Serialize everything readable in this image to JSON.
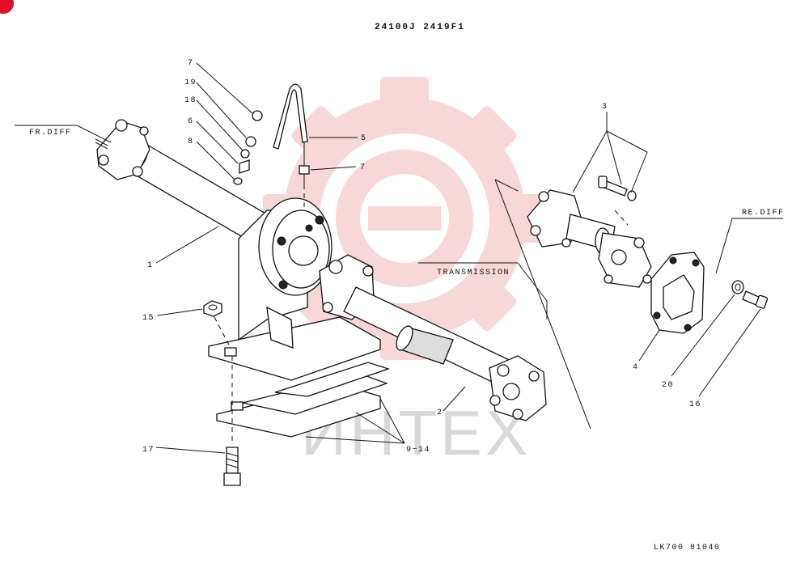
{
  "diagram": {
    "header_code": "24100J 2419F1",
    "footer_code": "LK700 81040",
    "watermark_text": "ИНТЕХ",
    "watermark_color": "#f2b8b8",
    "accent_color": "#e0102a",
    "labels": {
      "fr_diff": "FR.DIFF",
      "re_diff": "RE.DIFF",
      "transmission": "TRANSMISSION"
    },
    "callouts": {
      "c1": "1",
      "c2": "2",
      "c3": "3",
      "c4": "4",
      "c5": "5",
      "c6": "6",
      "c7a": "7",
      "c7b": "7",
      "c8": "8",
      "c9_14": "9~14",
      "c15": "15",
      "c16": "16",
      "c17": "17",
      "c18": "18",
      "c19": "19",
      "c20": "20"
    }
  }
}
